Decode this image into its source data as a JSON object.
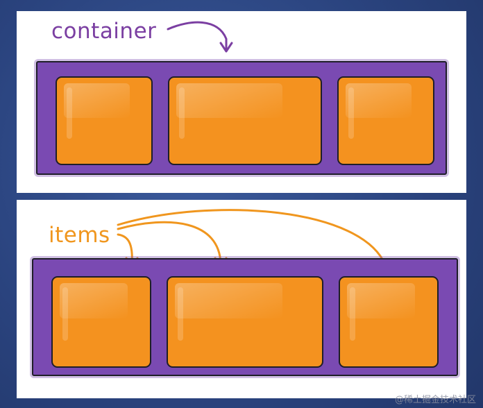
{
  "top_panel": {
    "label": "container"
  },
  "bottom_panel": {
    "label": "items"
  },
  "watermark": "@稀土掘金技术社区",
  "colors": {
    "background": "#2f4a86",
    "panel": "#ffffff",
    "container_fill": "#7a4ab2",
    "item_fill": "#f4921f",
    "outline": "#1e1e28",
    "container_label": "#7b3fa2",
    "items_label": "#f0961e"
  }
}
